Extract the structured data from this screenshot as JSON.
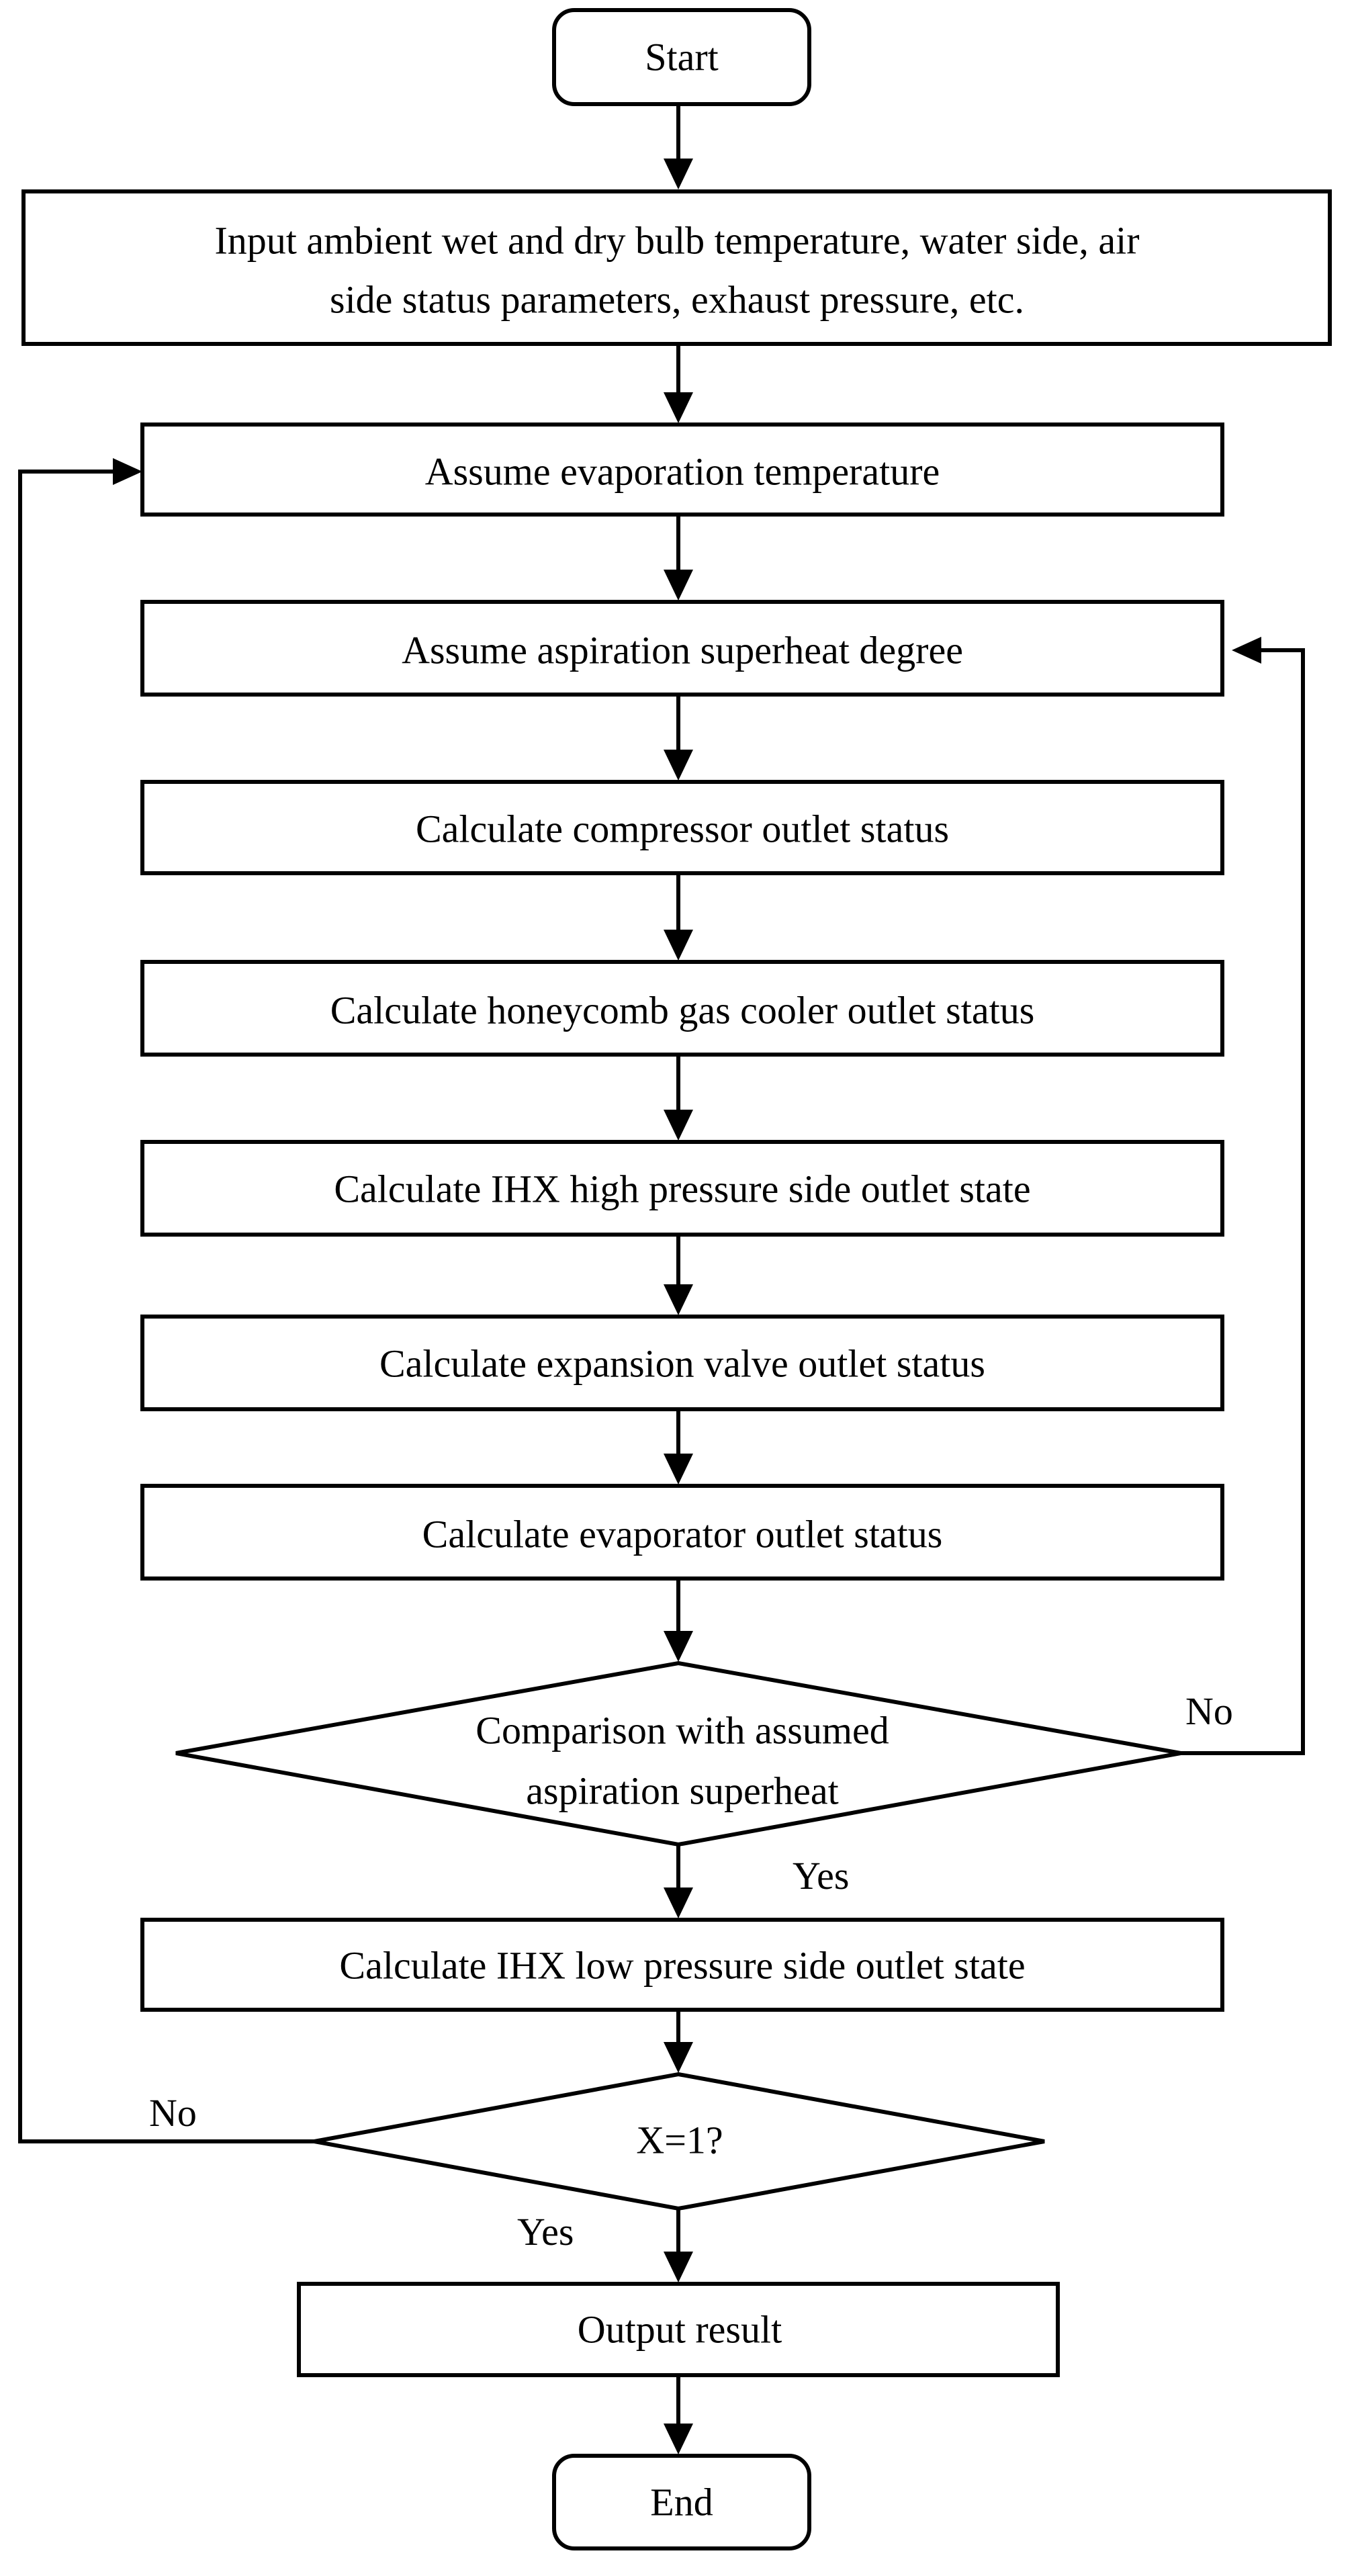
{
  "nodes": {
    "start": "Start",
    "input_line1": "Input ambient wet and dry bulb temperature, water side, air",
    "input_line2": "side status parameters, exhaust pressure, etc.",
    "assume_evap": "Assume evaporation temperature",
    "assume_superheat": "Assume aspiration superheat degree",
    "compressor": "Calculate compressor outlet status",
    "gas_cooler": "Calculate honeycomb gas cooler outlet status",
    "ihx_high": "Calculate IHX high pressure side outlet state",
    "expansion": "Calculate expansion valve outlet status",
    "evaporator": "Calculate evaporator outlet status",
    "compare_line1": "Comparison with assumed",
    "compare_line2": "aspiration superheat",
    "ihx_low": "Calculate IHX low pressure side outlet state",
    "x_check": "X=1?",
    "output": "Output result",
    "end": "End"
  },
  "edge_labels": {
    "compare_no": "No",
    "compare_yes": "Yes",
    "x_no": "No",
    "x_yes": "Yes"
  }
}
